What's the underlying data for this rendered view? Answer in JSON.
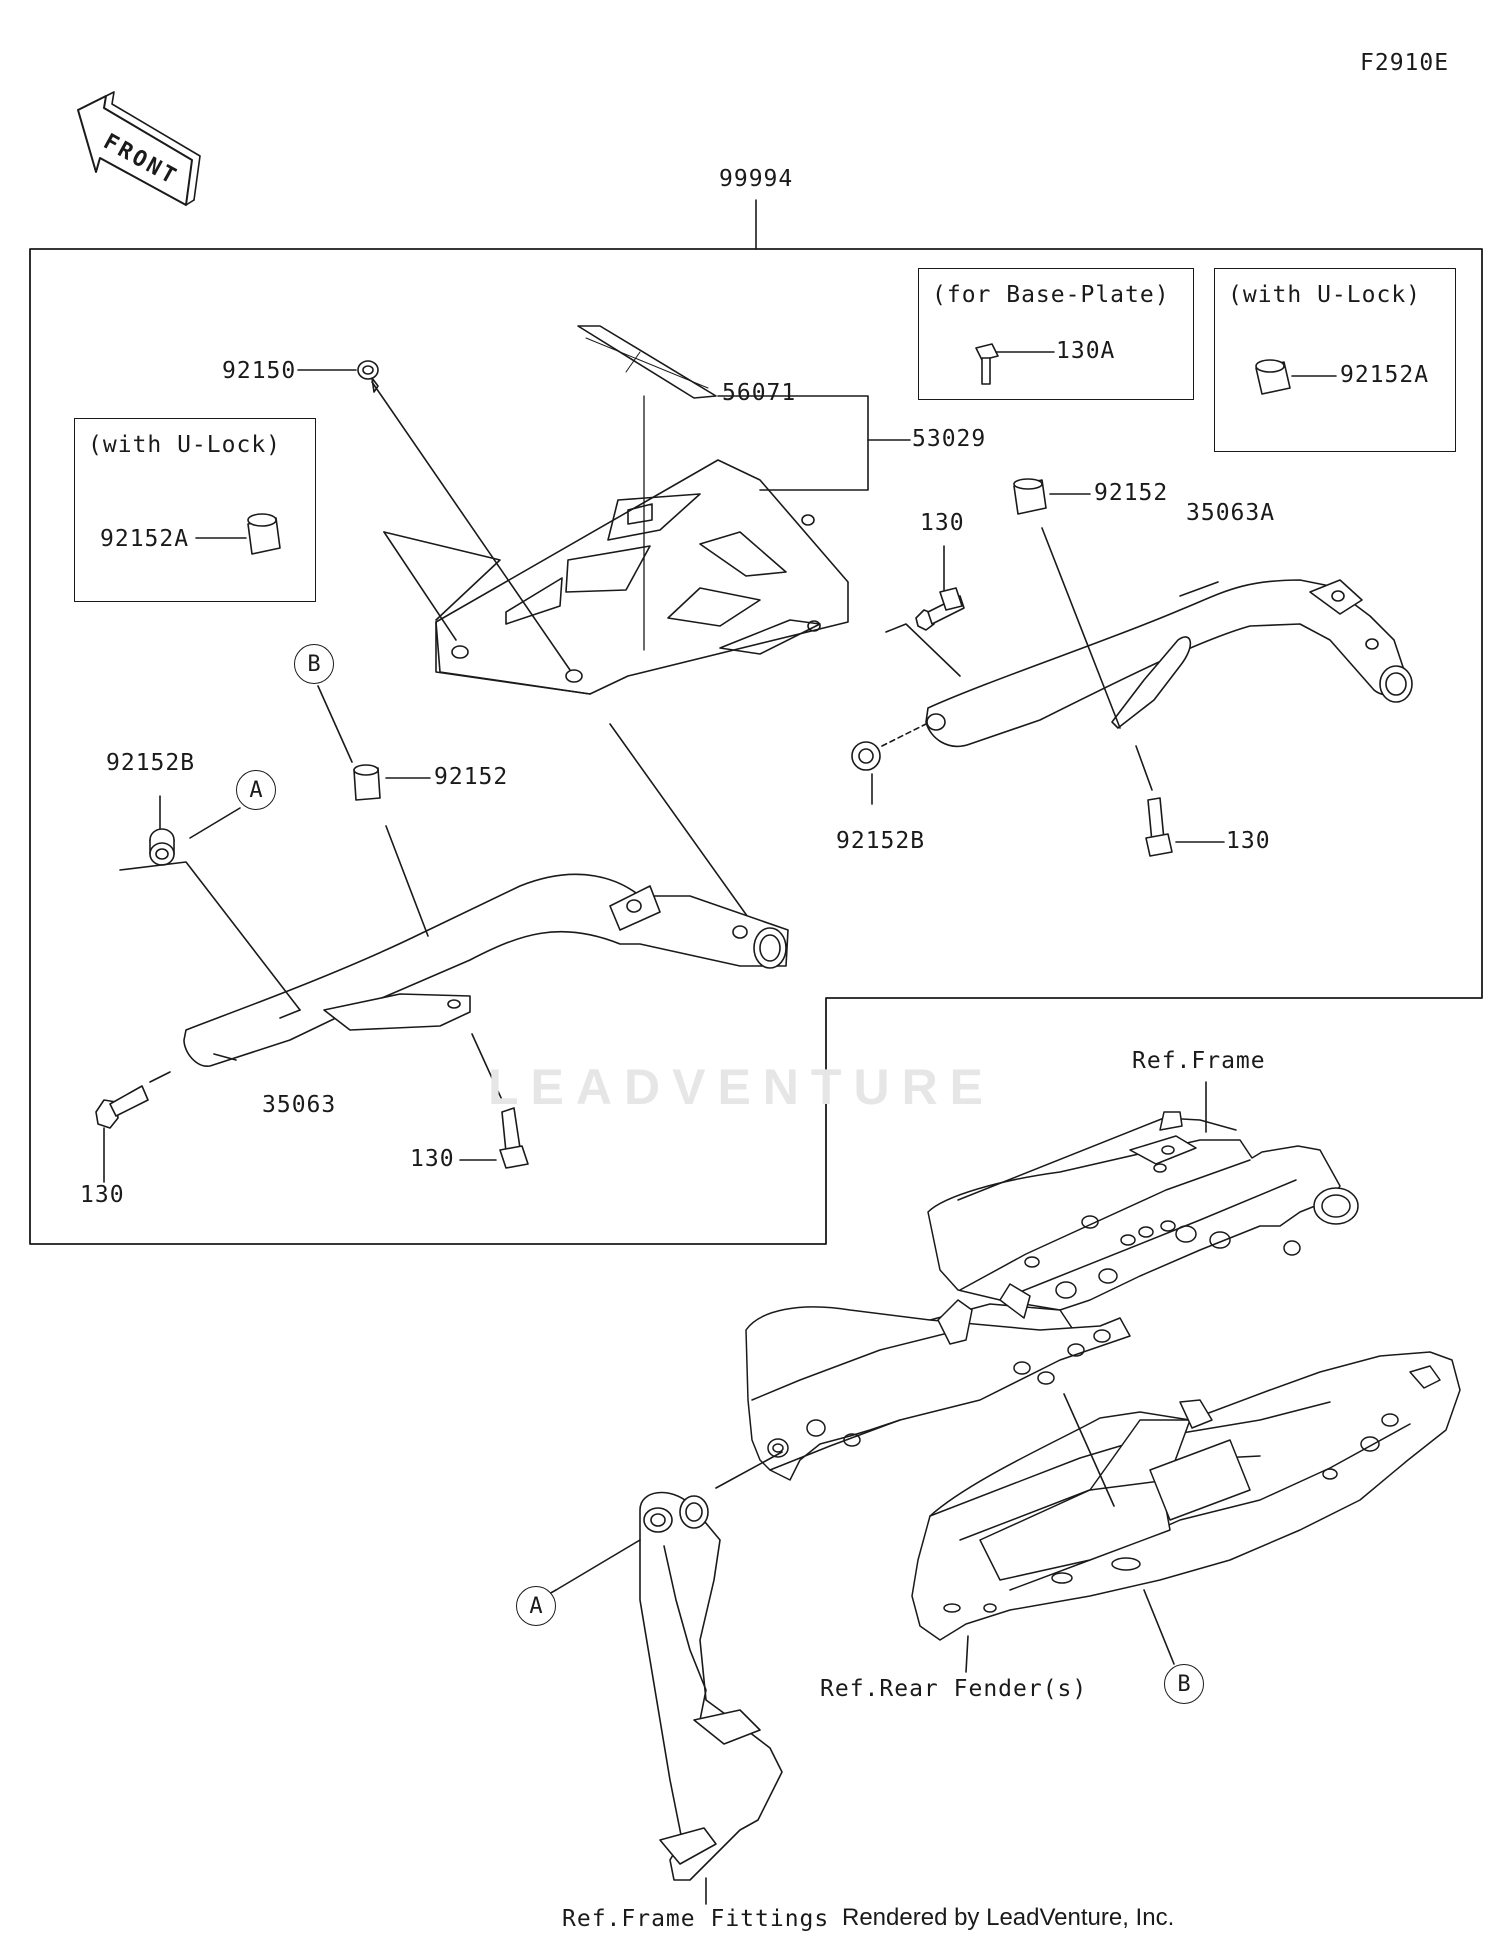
{
  "diagram_code": "F2910E",
  "front_arrow_label": "FRONT",
  "kit_part": "99994",
  "watermark": "LEADVENTURE",
  "footer": "Rendered by LeadVenture, Inc.",
  "boxes": {
    "base_plate_title": "(for Base-Plate)",
    "ulock_right_title": "(with U-Lock)",
    "ulock_left_title": "(with U-Lock)"
  },
  "parts": {
    "p92150": "92150",
    "p56071": "56071",
    "p53029": "53029",
    "p130A": "130A",
    "p92152A_right": "92152A",
    "p92152A_left": "92152A",
    "p92152_right": "92152",
    "p130_top": "130",
    "p35063A": "35063A",
    "p92152B_right": "92152B",
    "p130_right": "130",
    "p92152B_left": "92152B",
    "p92152_left": "92152",
    "p35063": "35063",
    "p130_mid": "130",
    "p130_left": "130"
  },
  "refs": {
    "frame": "Ref.Frame",
    "rear_fender": "Ref.Rear Fender(s)",
    "frame_fittings": "Ref.Frame Fittings"
  },
  "markers": {
    "A": "A",
    "B": "B"
  }
}
